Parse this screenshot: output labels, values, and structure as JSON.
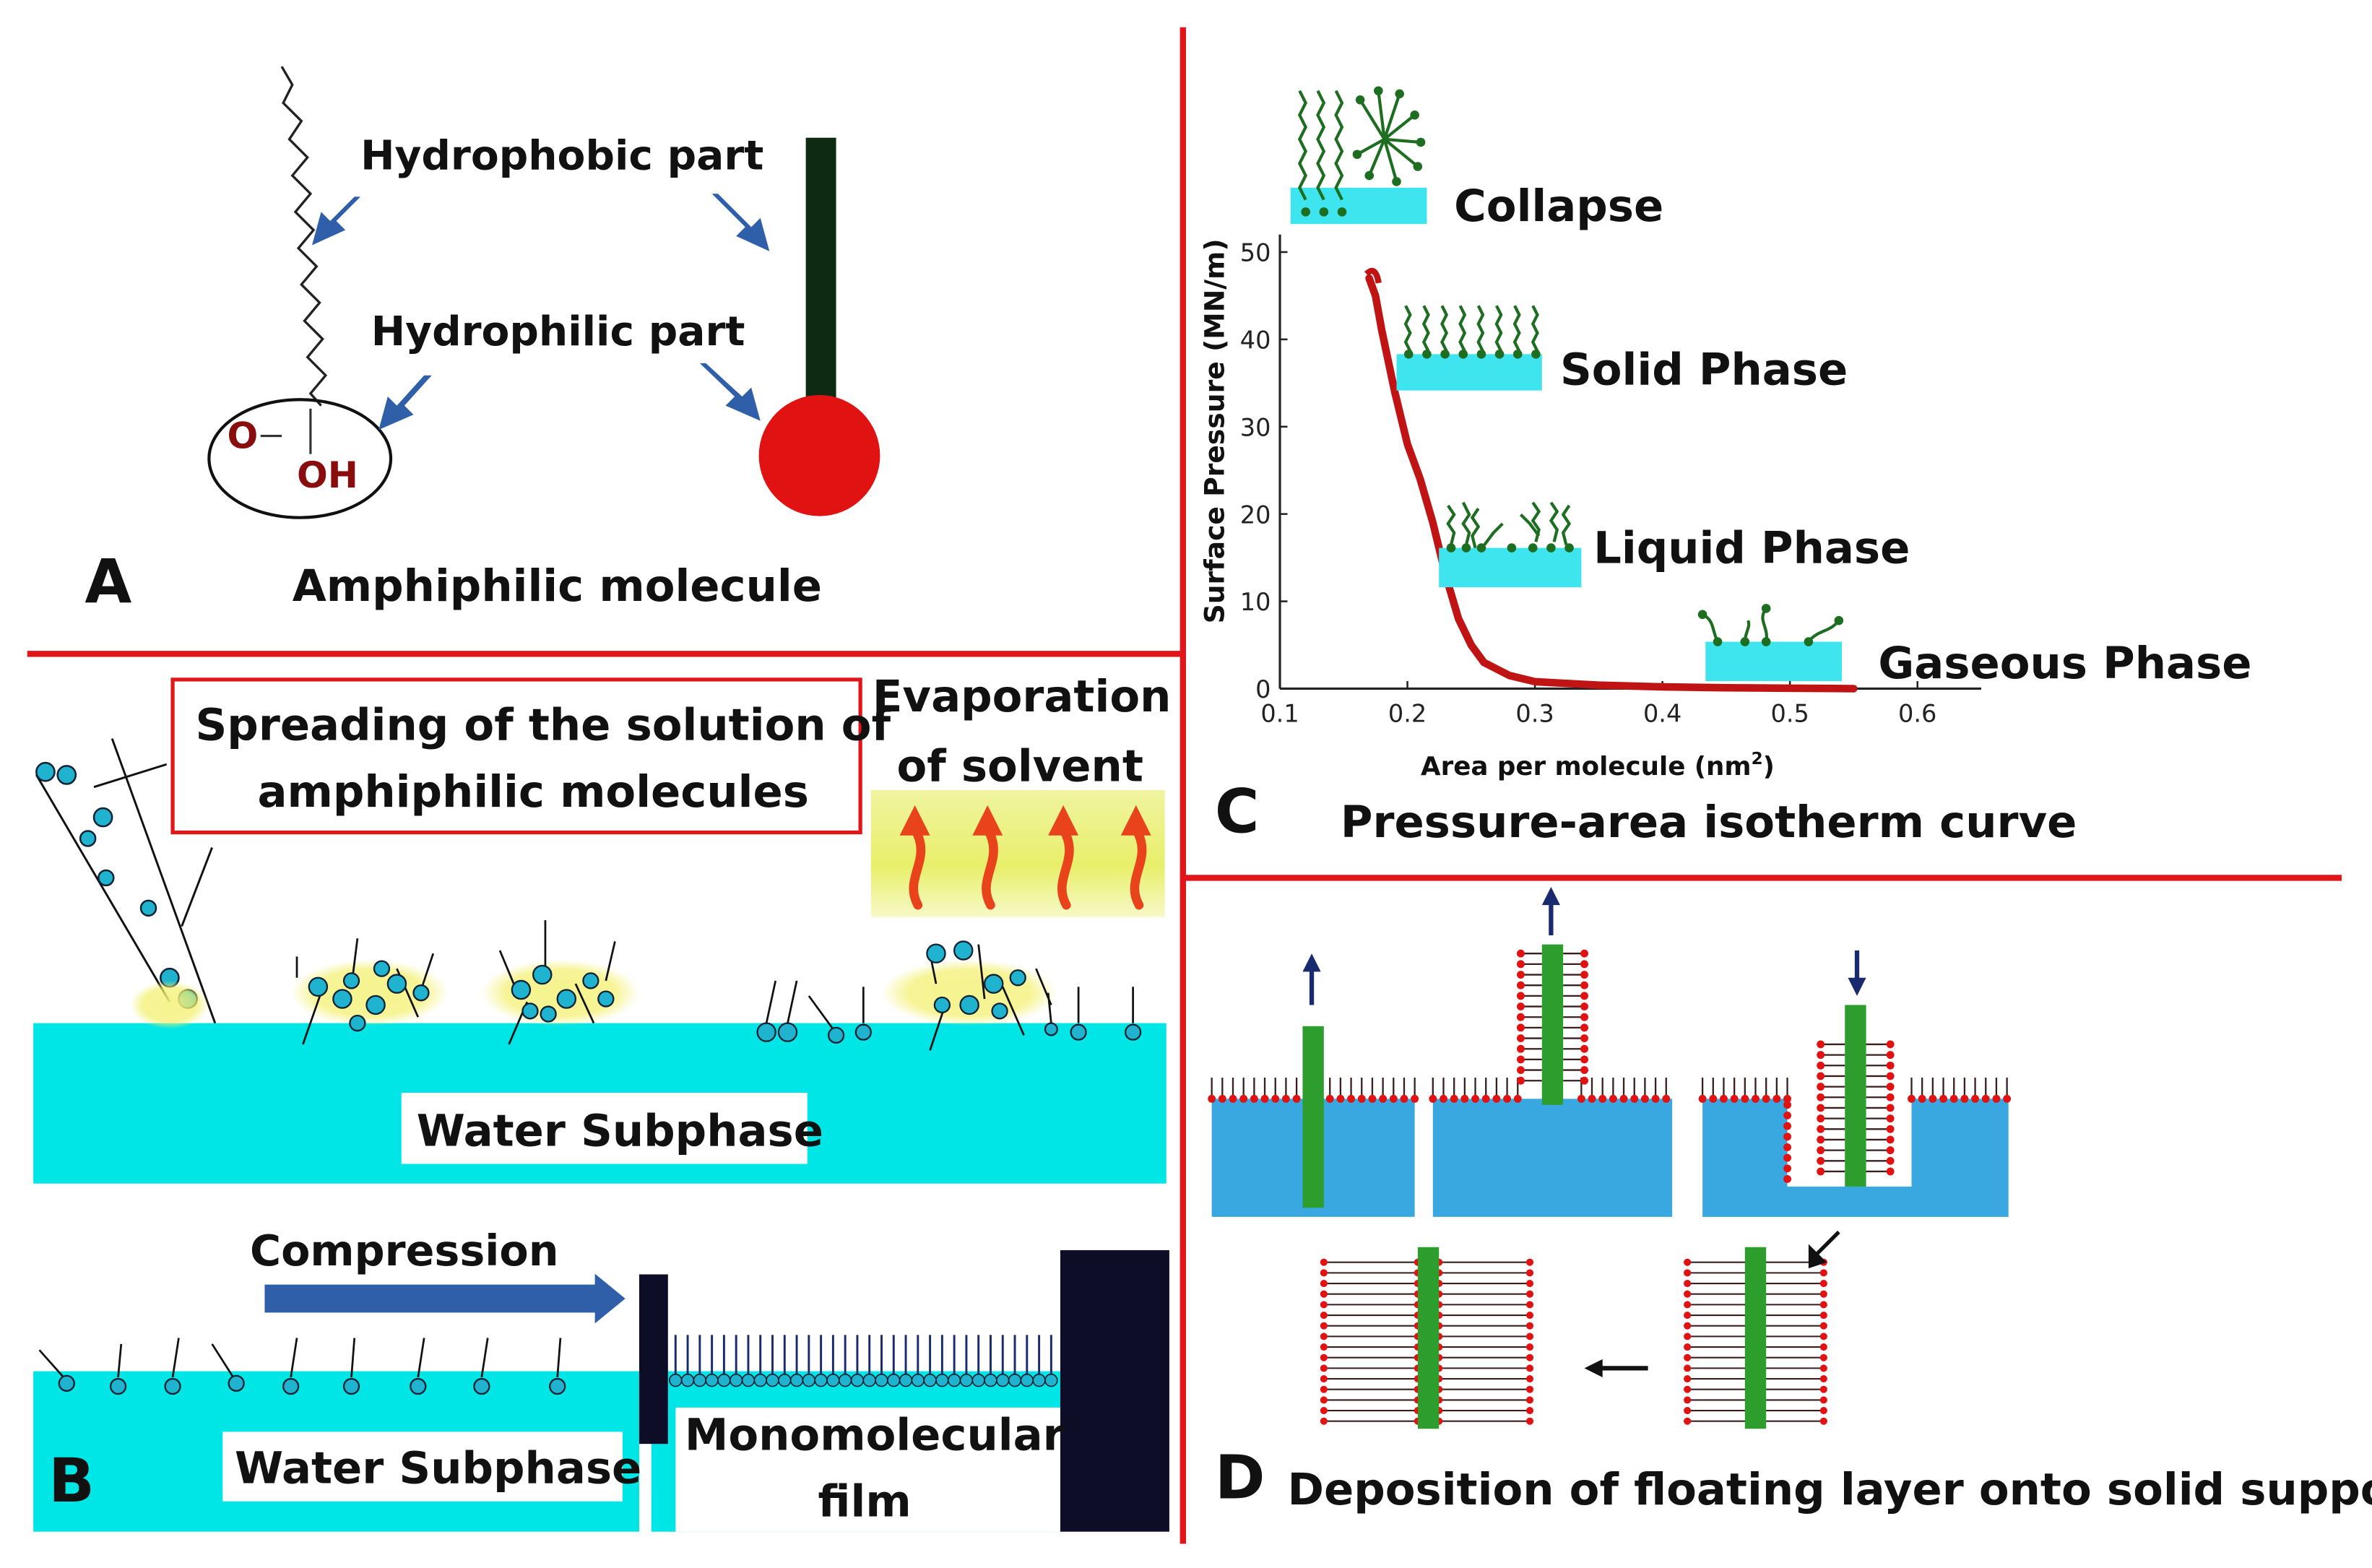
{
  "panel_a": {
    "letter": "A",
    "hydrophobic_label": "Hydrophobic part",
    "hydrophilic_label": "Hydrophilic part",
    "carboxyl_o": "O",
    "carboxyl_oh": "OH",
    "caption": "Amphiphilic molecule"
  },
  "panel_b": {
    "letter": "B",
    "spreading_label_line1": "Spreading of the solution of",
    "spreading_label_line2": "amphiphilic molecules",
    "evaporation_line1": "Evaporation",
    "evaporation_line2": "of solvent",
    "water_subphase_top": "Water Subphase",
    "compression_label": "Compression",
    "water_subphase_bottom": "Water Subphase",
    "film_line1": "Monomolecular",
    "film_line2": "film"
  },
  "panel_c": {
    "letter": "C",
    "caption": "Pressure-area isotherm curve",
    "phase_collapse": "Collapse",
    "phase_solid": "Solid Phase",
    "phase_liquid": "Liquid Phase",
    "phase_gaseous": "Gaseous Phase",
    "y_title": "Surface Pressure (MN/m)",
    "x_title": "Area per molecule (nm",
    "x_title_sup": "2",
    "x_title_close": ")"
  },
  "panel_d": {
    "letter": "D",
    "caption": "Deposition of floating layer onto solid support"
  },
  "colors": {
    "divider": "#e0161b",
    "water": "#00e5e5",
    "water_blue": "#3aa8e0",
    "arrow_blue": "#2e5fa8",
    "curve": "#c01414",
    "substrate": "#2d9e2d",
    "head_red": "#e01212",
    "tail_dark": "#0f2a12"
  },
  "chart_data": {
    "type": "line",
    "xlabel": "Area per molecule (nm2)",
    "ylabel": "Surface Pressure (MN/m)",
    "xlim": [
      0.1,
      0.65
    ],
    "ylim": [
      0,
      52
    ],
    "xticks": [
      "0.1",
      "0.2",
      "0.3",
      "0.4",
      "0.5",
      "0.6"
    ],
    "yticks": [
      "0",
      "10",
      "20",
      "30",
      "40",
      "50"
    ],
    "series": [
      {
        "x": [
          0.17,
          0.175,
          0.18,
          0.19,
          0.2,
          0.21,
          0.22,
          0.23,
          0.24,
          0.25,
          0.26,
          0.28,
          0.3,
          0.35,
          0.4,
          0.45,
          0.5,
          0.55
        ],
        "y": [
          47,
          45,
          41,
          34,
          28,
          24,
          19,
          13,
          8,
          5,
          3,
          1.5,
          0.8,
          0.4,
          0.2,
          0.1,
          0.05,
          0
        ]
      }
    ],
    "annotations": [
      "Collapse",
      "Solid Phase",
      "Liquid Phase",
      "Gaseous Phase"
    ]
  }
}
